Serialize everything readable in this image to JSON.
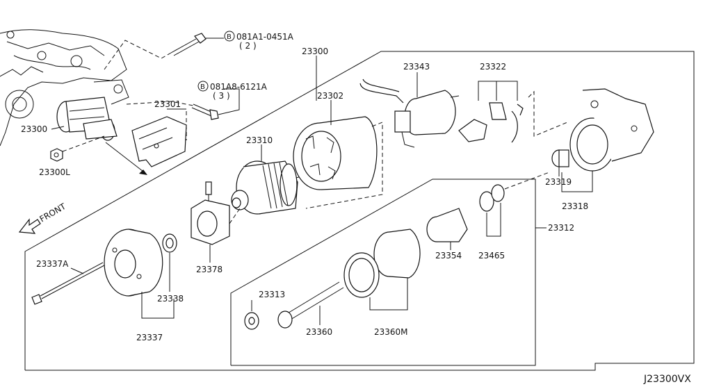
{
  "diagram_id": "J23300VX",
  "front_label": "FRONT",
  "bolt_a": {
    "symbol": "B",
    "code": "081A1-0451A",
    "qty": "( 2 )"
  },
  "bolt_b": {
    "symbol": "B",
    "code": "081A8-6121A",
    "qty": "( 3 )"
  },
  "labels": {
    "p23300_top": "23300",
    "p23300_left": "23300",
    "p23300L": "23300L",
    "p23301": "23301",
    "p23302": "23302",
    "p23310": "23310",
    "p23343": "23343",
    "p23322": "23322",
    "p23319": "23319",
    "p23318": "23318",
    "p23312": "23312",
    "p23378": "23378",
    "p23337A": "23337A",
    "p23338": "23338",
    "p23337": "23337",
    "p23313": "23313",
    "p23360": "23360",
    "p23360M": "23360M",
    "p23354": "23354",
    "p23465": "23465"
  }
}
